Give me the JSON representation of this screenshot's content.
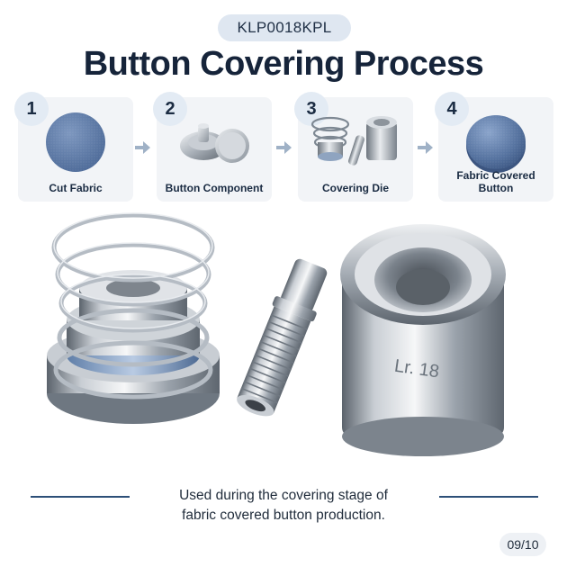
{
  "header": {
    "sku": "KLP0018KPL",
    "title": "Button Covering Process"
  },
  "steps": [
    {
      "number": "1",
      "label": "Cut Fabric",
      "icon": "fabric-disc-icon"
    },
    {
      "number": "2",
      "label": "Button Component",
      "icon": "button-component-icon"
    },
    {
      "number": "3",
      "label": "Covering Die",
      "icon": "covering-die-icon"
    },
    {
      "number": "4",
      "label": "Fabric Covered Button",
      "icon": "covered-button-icon"
    }
  ],
  "hero": {
    "die_marking": "Lr. 18"
  },
  "caption": {
    "line1": "Used during the covering stage of",
    "line2": "fabric covered button production."
  },
  "pagination": "09/10",
  "colors": {
    "accent": "#2d4f78",
    "fabric": "#5b7aa8",
    "arrow": "#9fb1c6"
  }
}
